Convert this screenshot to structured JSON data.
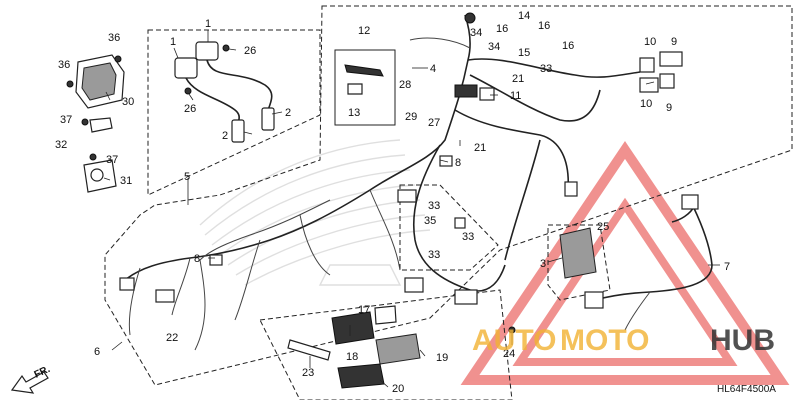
{
  "diagram_code": "HL64F4500A",
  "direction_label": "FR.",
  "watermark": {
    "part1": "AUTO",
    "part2": "MOTO",
    "part3": "HUB"
  },
  "colors": {
    "ink": "#222222",
    "watermark_red": "#e53935",
    "watermark_gold": "#f2b233",
    "watermark_dark": "#333333"
  },
  "callouts": [
    "1",
    "2",
    "3",
    "4",
    "5",
    "6",
    "7",
    "8",
    "9",
    "10",
    "11",
    "12",
    "13",
    "14",
    "15",
    "16",
    "17",
    "18",
    "19",
    "20",
    "21",
    "22",
    "23",
    "24",
    "25",
    "26",
    "27",
    "28",
    "29",
    "30",
    "31",
    "32",
    "33",
    "34",
    "35",
    "36",
    "37"
  ]
}
